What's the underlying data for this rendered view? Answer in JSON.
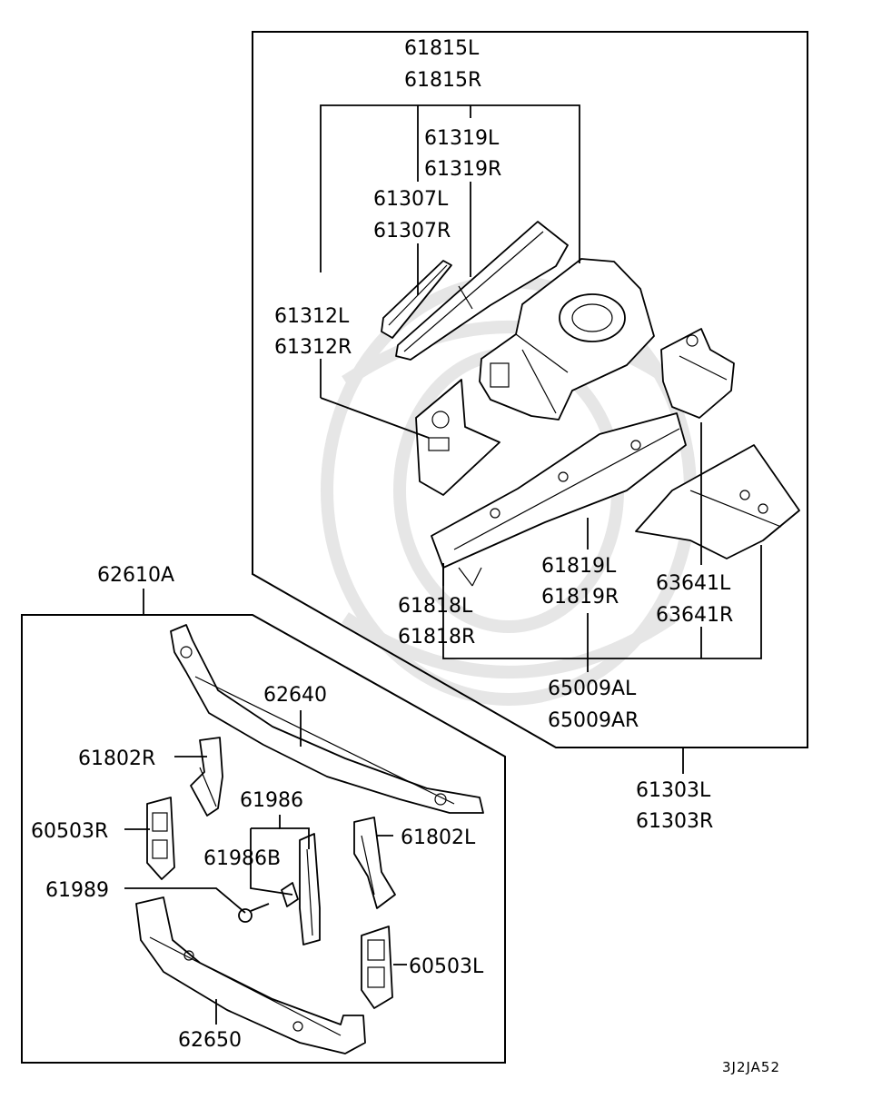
{
  "diagram_code": "3J2JA52",
  "groups": {
    "front_body": {
      "assembly": [
        "61303L",
        "61303R"
      ],
      "sub_assembly": [
        "65009AL",
        "65009AR"
      ],
      "apron": [
        "61815L",
        "61815R"
      ],
      "parts": {
        "p61319": [
          "61319L",
          "61319R"
        ],
        "p61307": [
          "61307L",
          "61307R"
        ],
        "p61312": [
          "61312L",
          "61312R"
        ],
        "p61819": [
          "61819L",
          "61819R"
        ],
        "p61818": [
          "61818L",
          "61818R"
        ],
        "p63641": [
          "63641L",
          "63641R"
        ]
      }
    },
    "radiator_support": {
      "assembly": "62610A",
      "parts": {
        "upper": "62640",
        "lower": "62650",
        "bracket_r": "61802R",
        "bracket_l": "61802L",
        "panel_r": "60503R",
        "panel_l": "60503L",
        "stay": "61986",
        "stay_b": "61986B",
        "bolt": "61989"
      }
    }
  },
  "colors": {
    "line": "#000000",
    "background": "#ffffff",
    "watermark": "#e6e6e6"
  }
}
